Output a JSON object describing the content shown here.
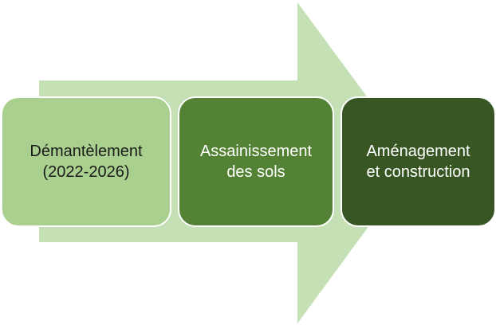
{
  "diagram": {
    "type": "process-arrow",
    "colors": {
      "arrow": "#c5e0b4",
      "step_1": "#a9d08e",
      "step_2": "#548235",
      "step_3": "#375623",
      "border": "#ffffff"
    },
    "steps": [
      {
        "label": "Démantèlement\n(2022-2026)"
      },
      {
        "label": "Assainissement\ndes sols"
      },
      {
        "label": "Aménagement\net construction"
      }
    ]
  }
}
